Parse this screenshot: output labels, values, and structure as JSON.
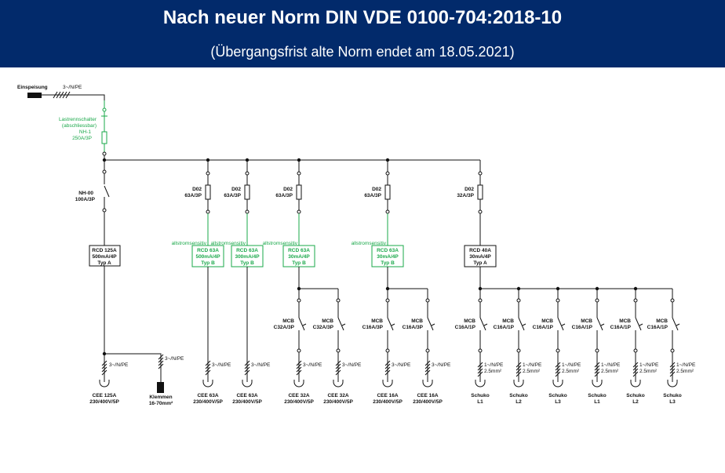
{
  "header": {
    "title": "Nach neuer Norm DIN VDE 0100-704:2018-10",
    "subtitle": "(Übergangsfrist alte Norm endet am 18.05.2021)"
  },
  "colors": {
    "banner": "#022a6b",
    "green": "#1aa84a",
    "line": "#111111"
  },
  "supply": {
    "label": "Einspeisung",
    "conductor": "3~/N/PE"
  },
  "disconnector": {
    "lines": [
      "Lastrennschalter",
      "(abschliessbar)",
      "NH-1",
      "250A/3P"
    ]
  },
  "nh00": {
    "lines": [
      "NH-00",
      "100A/3P"
    ]
  },
  "fuses": [
    {
      "lines": [
        "D02",
        "63A/3P"
      ]
    },
    {
      "lines": [
        "D02",
        "63A/3P"
      ]
    },
    {
      "lines": [
        "D02",
        "63A/3P"
      ]
    },
    {
      "lines": [
        "D02",
        "63A/3P"
      ]
    },
    {
      "lines": [
        "D02",
        "32A/3P"
      ]
    }
  ],
  "sensitivity": "allstromsensitiv",
  "rcds": [
    {
      "lines": [
        "RCD 125A",
        "500mA/4P",
        "Typ A"
      ]
    },
    {
      "lines": [
        "RCD 63A",
        "500mA/4P",
        "Typ B"
      ]
    },
    {
      "lines": [
        "RCD 63A",
        "300mA/4P",
        "Typ B"
      ]
    },
    {
      "lines": [
        "RCD 63A",
        "30mA/4P",
        "Typ B"
      ]
    },
    {
      "lines": [
        "RCD 63A",
        "30mA/4P",
        "Typ B"
      ]
    },
    {
      "lines": [
        "RCD 40A",
        "30mA/4P",
        "Typ A"
      ]
    }
  ],
  "mcbs": [
    {
      "lines": [
        "MCB",
        "C32A/3P"
      ]
    },
    {
      "lines": [
        "MCB",
        "C32A/3P"
      ]
    },
    {
      "lines": [
        "MCB",
        "C16A/3P"
      ]
    },
    {
      "lines": [
        "MCB",
        "C16A/3P"
      ]
    },
    {
      "lines": [
        "MCB",
        "C16A/1P"
      ]
    },
    {
      "lines": [
        "MCB",
        "C16A/1P"
      ]
    },
    {
      "lines": [
        "MCB",
        "C16A/1P"
      ]
    },
    {
      "lines": [
        "MCB",
        "C16A/1P"
      ]
    },
    {
      "lines": [
        "MCB",
        "C16A/1P"
      ]
    },
    {
      "lines": [
        "MCB",
        "C16A/1P"
      ]
    }
  ],
  "cable3": "3~/N/PE",
  "cable1": [
    "1~/N/PE",
    "2.5mm²"
  ],
  "outlets": [
    {
      "lines": [
        "CEE 125A",
        "230/400V/5P"
      ]
    },
    {
      "lines": [
        "Klemmen",
        "16-70mm²"
      ]
    },
    {
      "lines": [
        "CEE 63A",
        "230/400V/5P"
      ]
    },
    {
      "lines": [
        "CEE 63A",
        "230/400V/5P"
      ]
    },
    {
      "lines": [
        "CEE 32A",
        "230/400V/5P"
      ]
    },
    {
      "lines": [
        "CEE 32A",
        "230/400V/5P"
      ]
    },
    {
      "lines": [
        "CEE 16A",
        "230/400V/5P"
      ]
    },
    {
      "lines": [
        "CEE 16A",
        "230/400V/5P"
      ]
    },
    {
      "lines": [
        "Schuko",
        "L1"
      ]
    },
    {
      "lines": [
        "Schuko",
        "L2"
      ]
    },
    {
      "lines": [
        "Schuko",
        "L3"
      ]
    },
    {
      "lines": [
        "Schuko",
        "L1"
      ]
    },
    {
      "lines": [
        "Schuko",
        "L2"
      ]
    },
    {
      "lines": [
        "Schuko",
        "L3"
      ]
    }
  ]
}
